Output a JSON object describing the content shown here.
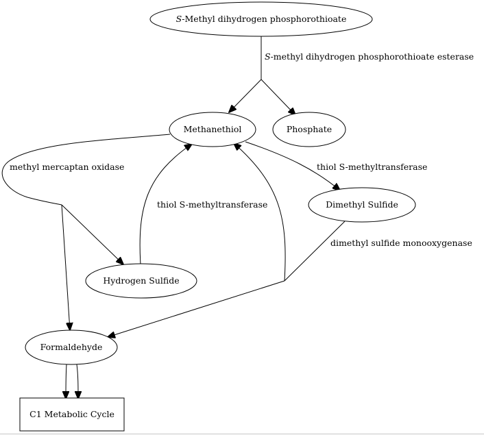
{
  "nodes": {
    "s_methyl": {
      "prefix": "S",
      "rest": "-Methyl dihydrogen phosphorothioate"
    },
    "methanethiol": "Methanethiol",
    "phosphate": "Phosphate",
    "dimethyl_sulfide": "Dimethyl Sulfide",
    "hydrogen_sulfide": "Hydrogen Sulfide",
    "formaldehyde": "Formaldehyde",
    "c1_cycle": "C1 Metabolic Cycle"
  },
  "edges": {
    "esterase": {
      "prefix": "S",
      "rest": "-methyl dihydrogen phosphorothioate esterase"
    },
    "oxidase": "methyl mercaptan oxidase",
    "methyltransferase_h2s": "thiol S-methyltransferase",
    "methyltransferase_dms": "thiol S-methyltransferase",
    "monooxygenase": "dimethyl sulfide monooxygenase"
  }
}
